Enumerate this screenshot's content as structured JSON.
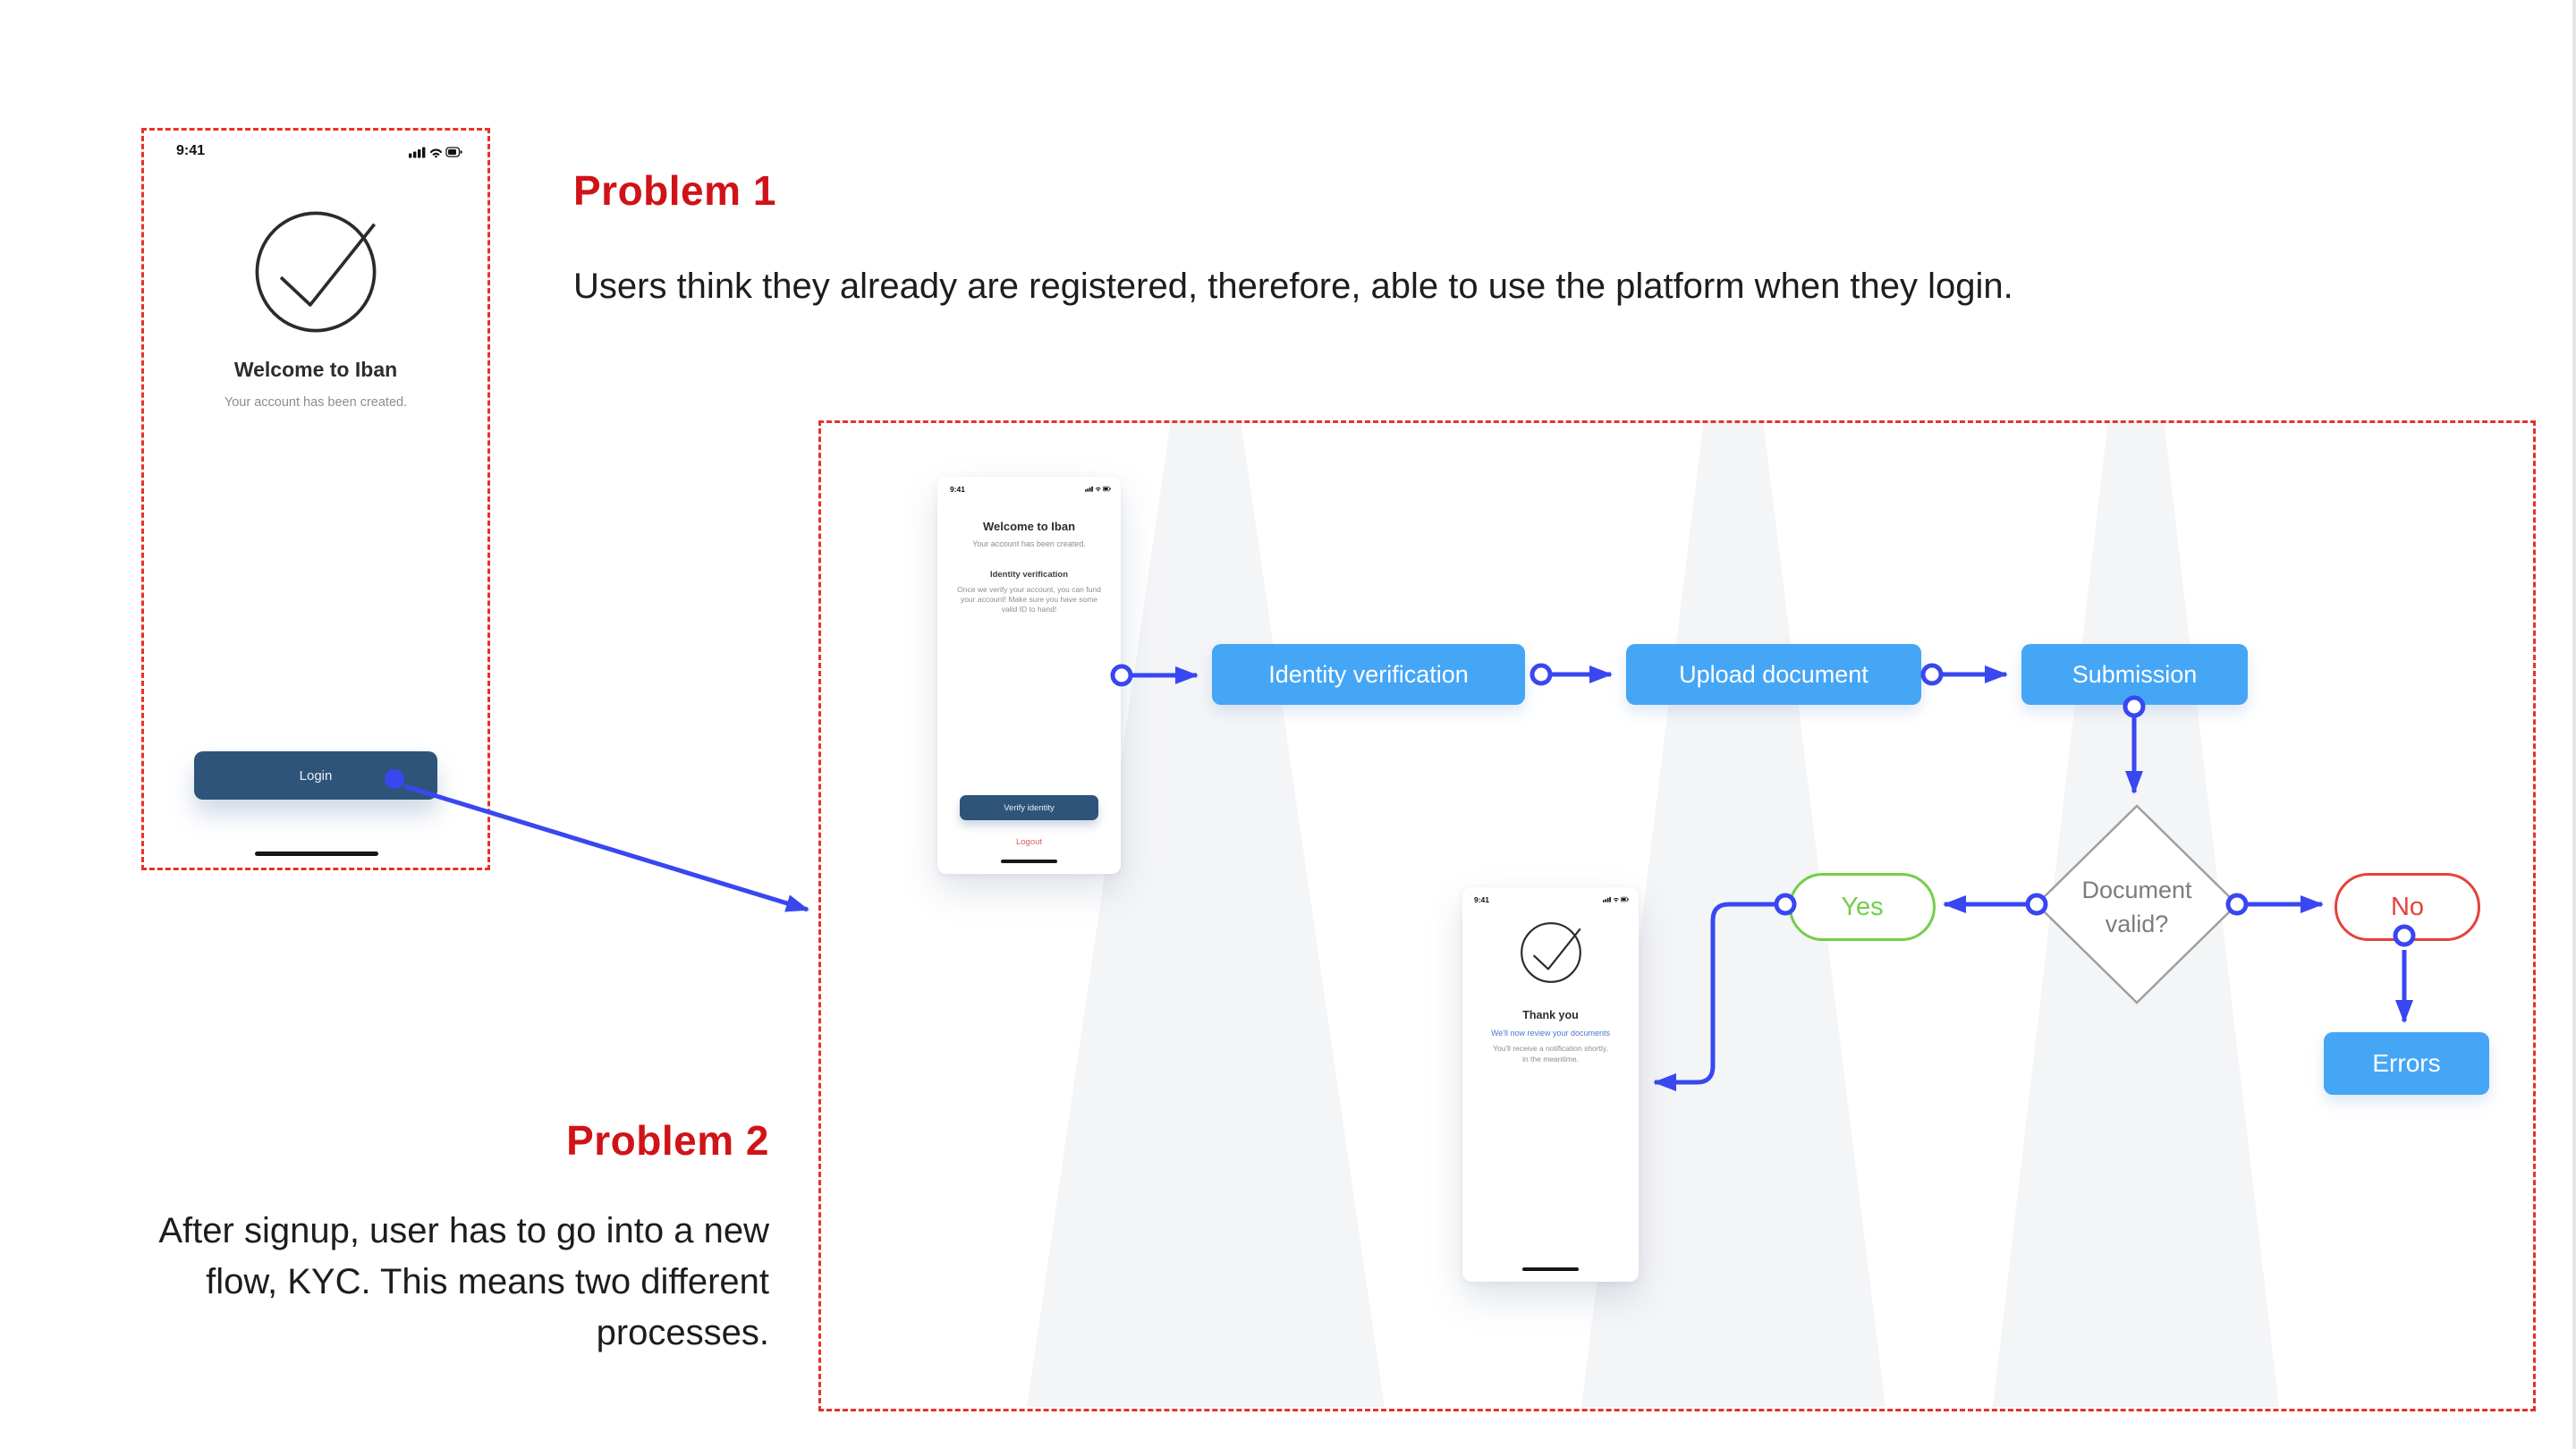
{
  "problem1": {
    "heading": "Problem 1",
    "description": "Users think they already are registered, therefore, able to use the platform when they login."
  },
  "problem2": {
    "heading": "Problem 2",
    "description": "After signup, user has to go into a new flow, KYC. This means two different processes."
  },
  "signup_phone": {
    "status_time": "9:41",
    "title": "Welcome to Iban",
    "subtitle": "Your account has been created.",
    "login_button": "Login"
  },
  "kyc_flow": {
    "kyc_phone": {
      "status_time": "9:41",
      "title": "Welcome to Iban",
      "subtitle": "Your account has been created.",
      "section_heading": "Identity verification",
      "section_body": "Once we verify your account, you can fund your account! Make sure you have some valid ID to hand!",
      "verify_button": "Verify identity",
      "logout_link": "Logout"
    },
    "review_phone": {
      "status_time": "9:41",
      "title": "Thank you",
      "subtitle": "We'll now review your documents",
      "body_line1": "You'll receive a notification shortly,",
      "body_line2": "in the meantime."
    },
    "steps": {
      "identity": "Identity verification",
      "upload": "Upload document",
      "submission": "Submission"
    },
    "decision": {
      "label_line1": "Document",
      "label_line2": "valid?",
      "yes_label": "Yes",
      "no_label": "No",
      "errors_label": "Errors"
    }
  },
  "colors": {
    "annotation_red": "#d01317",
    "dashed_border_red": "#e8312a",
    "flow_node_blue": "#45a6f6",
    "connector_blue": "#3847f0",
    "primary_button_navy": "#2e5579",
    "yes_green": "#72ce4b",
    "no_red": "#e5423b",
    "logout_link_red": "#e05e5e",
    "review_info_blue": "#4a79c9",
    "diamond_border_gray": "#9f9f9f"
  }
}
